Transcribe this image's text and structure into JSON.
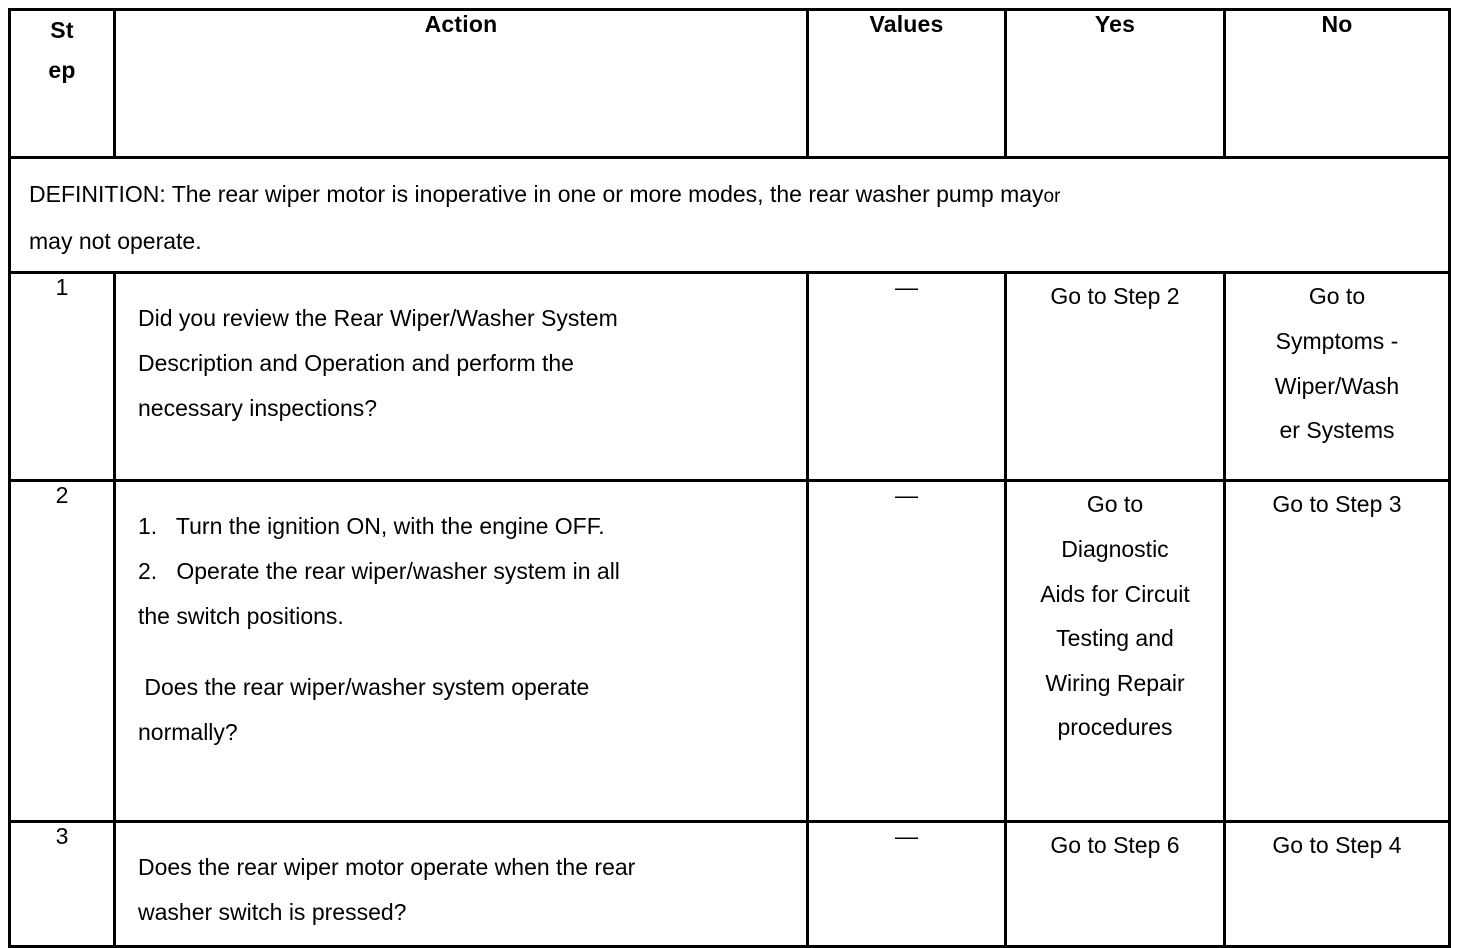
{
  "document": {
    "type": "diagnostic-trouble-code-table",
    "columns": [
      {
        "key": "step",
        "label_line1": "St",
        "label_line2": "ep",
        "label": "Step"
      },
      {
        "key": "action",
        "label": "Action"
      },
      {
        "key": "values",
        "label": "Values"
      },
      {
        "key": "yes",
        "label": "Yes"
      },
      {
        "key": "no",
        "label": "No"
      }
    ],
    "definition": {
      "main": "DEFINITION: The rear wiper motor is inoperative in one or more modes, the rear washer pump may",
      "or_fragment": "or",
      "continuation": "may not operate."
    },
    "rows": [
      {
        "step": "1",
        "action_lines": [
          "Did you review the Rear Wiper/Washer System",
          "Description and Operation and perform the",
          "necessary inspections?"
        ],
        "values": "—",
        "yes_lines": [
          "Go to Step 2"
        ],
        "no_lines": [
          "Go to",
          "Symptoms -",
          "Wiper/Wash",
          "er Systems"
        ]
      },
      {
        "step": "2",
        "action_lines": [
          "1.   Turn the ignition ON, with the engine OFF.",
          "2.   Operate the rear wiper/washer system in all",
          "the switch positions.",
          "",
          " Does the rear wiper/washer system operate",
          "normally?"
        ],
        "values": "—",
        "yes_lines": [
          "Go to",
          "Diagnostic",
          "Aids for Circuit",
          "Testing and",
          "Wiring Repair",
          "procedures"
        ],
        "no_lines": [
          "Go to Step 3"
        ]
      },
      {
        "step": "3",
        "action_lines": [
          "Does the rear wiper motor operate when the rear",
          "washer switch is pressed?"
        ],
        "values": "—",
        "yes_lines": [
          "Go to Step 6"
        ],
        "no_lines": [
          "Go to Step 4"
        ]
      }
    ]
  },
  "colors": {
    "background": "#ffffff",
    "text": "#000000",
    "border": "#000000"
  }
}
